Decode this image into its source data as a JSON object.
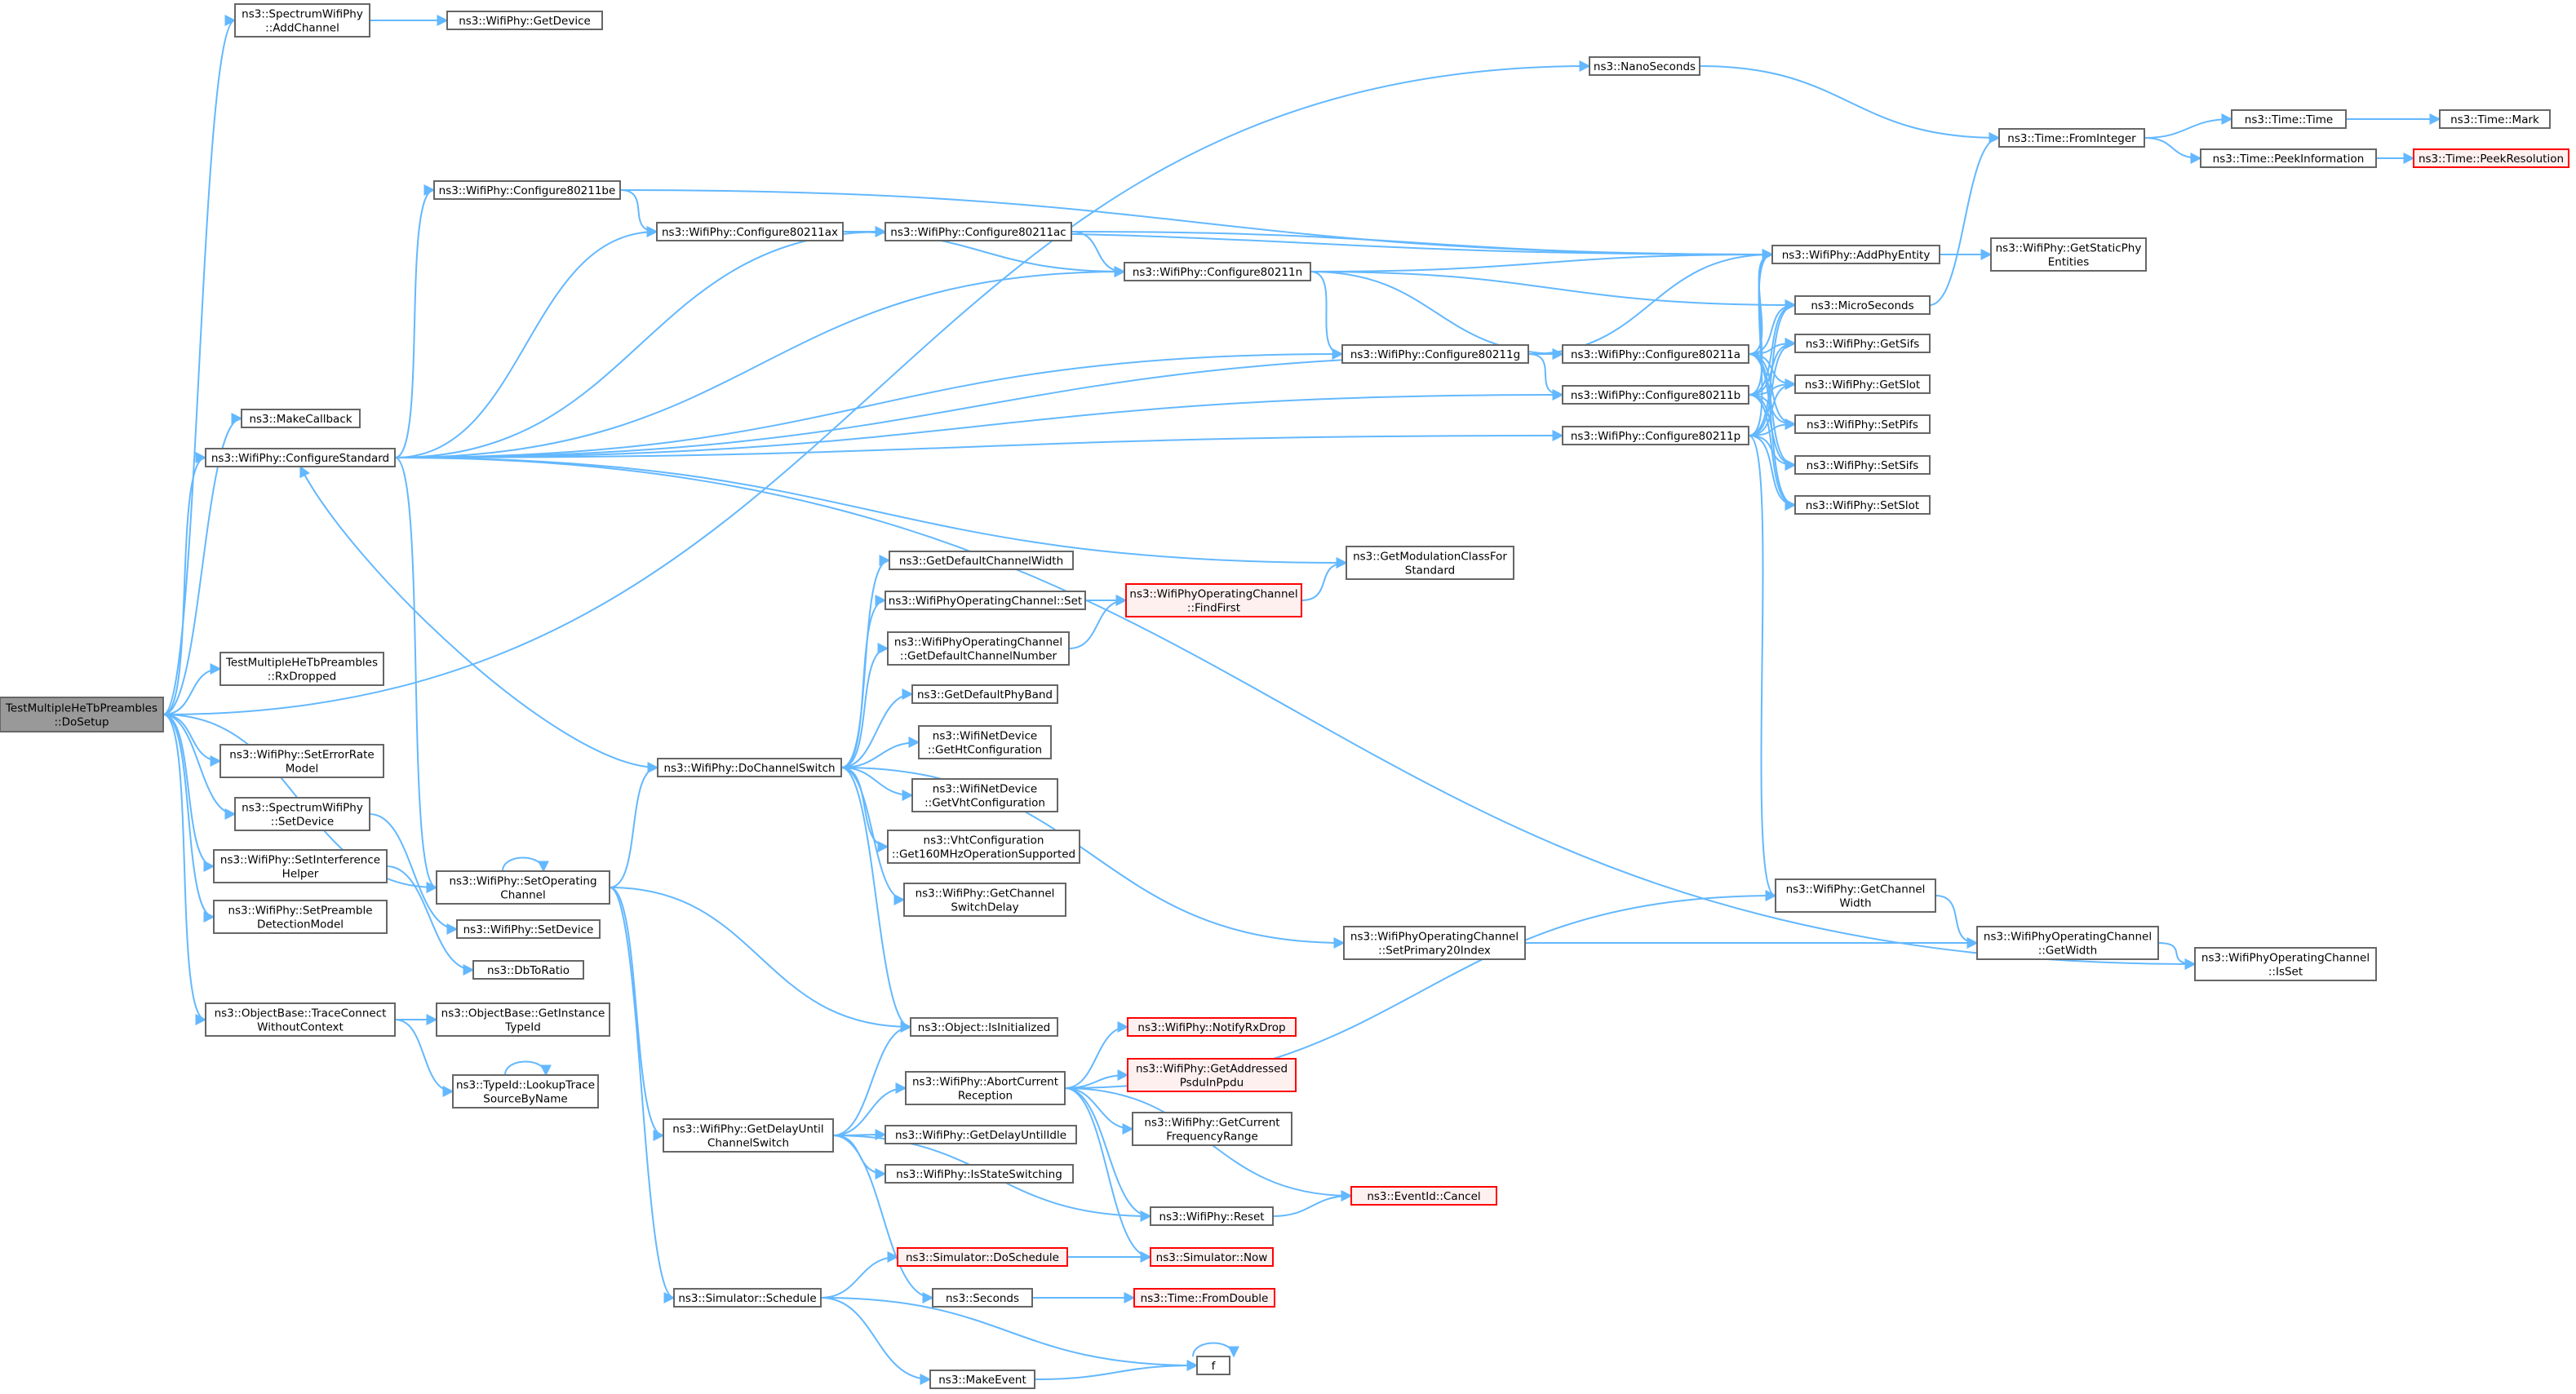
{
  "colors": {
    "edge": "#63b8ff",
    "node_border": "#666666",
    "node_fill": "#ffffff",
    "focus_fill": "#999999",
    "focus_border": "#666666",
    "truncated_border": "#ff0000",
    "truncated_fill": "#fff0f0"
  },
  "nodes": [
    {
      "id": "root",
      "lines": [
        "TestMultipleHeTbPreambles",
        "::DoSetup"
      ],
      "style": "focus"
    },
    {
      "id": "addchan",
      "lines": [
        "ns3::SpectrumWifiPhy",
        "::AddChannel"
      ]
    },
    {
      "id": "getdevice",
      "lines": [
        "ns3::WifiPhy::GetDevice"
      ]
    },
    {
      "id": "nanosec",
      "lines": [
        "ns3::NanoSeconds"
      ]
    },
    {
      "id": "frominteger",
      "lines": [
        "ns3::Time::FromInteger"
      ]
    },
    {
      "id": "timetime",
      "lines": [
        "ns3::Time::Time"
      ]
    },
    {
      "id": "timemark",
      "lines": [
        "ns3::Time::Mark"
      ]
    },
    {
      "id": "peekinfo",
      "lines": [
        "ns3::Time::PeekInformation"
      ]
    },
    {
      "id": "peekres",
      "lines": [
        "ns3::Time::PeekResolution"
      ],
      "style": "truncated"
    },
    {
      "id": "cfg_be",
      "lines": [
        "ns3::WifiPhy::Configure80211be"
      ]
    },
    {
      "id": "cfg_ax",
      "lines": [
        "ns3::WifiPhy::Configure80211ax"
      ]
    },
    {
      "id": "cfg_ac",
      "lines": [
        "ns3::WifiPhy::Configure80211ac"
      ]
    },
    {
      "id": "cfg_n",
      "lines": [
        "ns3::WifiPhy::Configure80211n"
      ]
    },
    {
      "id": "addphy",
      "lines": [
        "ns3::WifiPhy::AddPhyEntity"
      ]
    },
    {
      "id": "getstaticphy",
      "lines": [
        "ns3::WifiPhy::GetStaticPhy",
        "Entities"
      ]
    },
    {
      "id": "microsec",
      "lines": [
        "ns3::MicroSeconds"
      ]
    },
    {
      "id": "cfg_g",
      "lines": [
        "ns3::WifiPhy::Configure80211g"
      ]
    },
    {
      "id": "cfg_a",
      "lines": [
        "ns3::WifiPhy::Configure80211a"
      ]
    },
    {
      "id": "getsifs",
      "lines": [
        "ns3::WifiPhy::GetSifs"
      ]
    },
    {
      "id": "cfg_b",
      "lines": [
        "ns3::WifiPhy::Configure80211b"
      ]
    },
    {
      "id": "getslot",
      "lines": [
        "ns3::WifiPhy::GetSlot"
      ]
    },
    {
      "id": "makecb",
      "lines": [
        "ns3::MakeCallback"
      ]
    },
    {
      "id": "cfg_p",
      "lines": [
        "ns3::WifiPhy::Configure80211p"
      ]
    },
    {
      "id": "setpifs",
      "lines": [
        "ns3::WifiPhy::SetPifs"
      ]
    },
    {
      "id": "cfgstd",
      "lines": [
        "ns3::WifiPhy::ConfigureStandard"
      ]
    },
    {
      "id": "setsifs",
      "lines": [
        "ns3::WifiPhy::SetSifs"
      ]
    },
    {
      "id": "setslot",
      "lines": [
        "ns3::WifiPhy::SetSlot"
      ]
    },
    {
      "id": "getdefcw",
      "lines": [
        "ns3::GetDefaultChannelWidth"
      ]
    },
    {
      "id": "getmodclass",
      "lines": [
        "ns3::GetModulationClassFor",
        "Standard"
      ]
    },
    {
      "id": "opchset",
      "lines": [
        "ns3::WifiPhyOperatingChannel::Set"
      ]
    },
    {
      "id": "findfirst",
      "lines": [
        "ns3::WifiPhyOperatingChannel",
        "::FindFirst"
      ],
      "style": "truncated"
    },
    {
      "id": "getdefchnum",
      "lines": [
        "ns3::WifiPhyOperatingChannel",
        "::GetDefaultChannelNumber"
      ]
    },
    {
      "id": "rxdropped",
      "lines": [
        "TestMultipleHeTbPreambles",
        "::RxDropped"
      ]
    },
    {
      "id": "getdefband",
      "lines": [
        "ns3::GetDefaultPhyBand"
      ]
    },
    {
      "id": "gethtcfg",
      "lines": [
        "ns3::WifiNetDevice",
        "::GetHtConfiguration"
      ]
    },
    {
      "id": "seterrmodel",
      "lines": [
        "ns3::WifiPhy::SetErrorRate",
        "Model"
      ]
    },
    {
      "id": "dochsw",
      "lines": [
        "ns3::WifiPhy::DoChannelSwitch"
      ]
    },
    {
      "id": "getvhtcfg",
      "lines": [
        "ns3::WifiNetDevice",
        "::GetVhtConfiguration"
      ]
    },
    {
      "id": "setdevspec",
      "lines": [
        "ns3::SpectrumWifiPhy",
        "::SetDevice"
      ]
    },
    {
      "id": "vht160",
      "lines": [
        "ns3::VhtConfiguration",
        "::Get160MHzOperationSupported"
      ]
    },
    {
      "id": "setinterf",
      "lines": [
        "ns3::WifiPhy::SetInterference",
        "Helper"
      ]
    },
    {
      "id": "setopch",
      "lines": [
        "ns3::WifiPhy::SetOperating",
        "Channel"
      ]
    },
    {
      "id": "getchsd",
      "lines": [
        "ns3::WifiPhy::GetChannel",
        "SwitchDelay"
      ]
    },
    {
      "id": "getchwidth",
      "lines": [
        "ns3::WifiPhy::GetChannel",
        "Width"
      ]
    },
    {
      "id": "setpreamble",
      "lines": [
        "ns3::WifiPhy::SetPreamble",
        "DetectionModel"
      ]
    },
    {
      "id": "setdevice",
      "lines": [
        "ns3::WifiPhy::SetDevice"
      ]
    },
    {
      "id": "setprim20",
      "lines": [
        "ns3::WifiPhyOperatingChannel",
        "::SetPrimary20Index"
      ]
    },
    {
      "id": "getwidth",
      "lines": [
        "ns3::WifiPhyOperatingChannel",
        "::GetWidth"
      ]
    },
    {
      "id": "isset",
      "lines": [
        "ns3::WifiPhyOperatingChannel",
        "::IsSet"
      ]
    },
    {
      "id": "dbtoratio",
      "lines": [
        "ns3::DbToRatio"
      ]
    },
    {
      "id": "traceconnect",
      "lines": [
        "ns3::ObjectBase::TraceConnect",
        "WithoutContext"
      ]
    },
    {
      "id": "getinsttype",
      "lines": [
        "ns3::ObjectBase::GetInstance",
        "TypeId"
      ]
    },
    {
      "id": "isinit",
      "lines": [
        "ns3::Object::IsInitialized"
      ]
    },
    {
      "id": "notifyrxdrop",
      "lines": [
        "ns3::WifiPhy::NotifyRxDrop"
      ],
      "style": "truncated"
    },
    {
      "id": "lookuptrace",
      "lines": [
        "ns3::TypeId::LookupTrace",
        "SourceByName"
      ]
    },
    {
      "id": "abortrx",
      "lines": [
        "ns3::WifiPhy::AbortCurrent",
        "Reception"
      ]
    },
    {
      "id": "getaddrpsdu",
      "lines": [
        "ns3::WifiPhy::GetAddressed",
        "PsduInPpdu"
      ],
      "style": "truncated"
    },
    {
      "id": "getdelay",
      "lines": [
        "ns3::WifiPhy::GetDelayUntil",
        "ChannelSwitch"
      ]
    },
    {
      "id": "getdelayidle",
      "lines": [
        "ns3::WifiPhy::GetDelayUntilIdle"
      ]
    },
    {
      "id": "getcurfreq",
      "lines": [
        "ns3::WifiPhy::GetCurrent",
        "FrequencyRange"
      ]
    },
    {
      "id": "isstatesw",
      "lines": [
        "ns3::WifiPhy::IsStateSwitching"
      ]
    },
    {
      "id": "evcancel",
      "lines": [
        "ns3::EventId::Cancel"
      ],
      "style": "truncated"
    },
    {
      "id": "reset",
      "lines": [
        "ns3::WifiPhy::Reset"
      ]
    },
    {
      "id": "doschedule",
      "lines": [
        "ns3::Simulator::DoSchedule"
      ],
      "style": "truncated"
    },
    {
      "id": "simnow",
      "lines": [
        "ns3::Simulator::Now"
      ],
      "style": "truncated"
    },
    {
      "id": "schedule",
      "lines": [
        "ns3::Simulator::Schedule"
      ]
    },
    {
      "id": "seconds",
      "lines": [
        "ns3::Seconds"
      ]
    },
    {
      "id": "fromdouble",
      "lines": [
        "ns3::Time::FromDouble"
      ],
      "style": "truncated"
    },
    {
      "id": "f",
      "lines": [
        "f"
      ]
    },
    {
      "id": "makeevent",
      "lines": [
        "ns3::MakeEvent"
      ]
    }
  ],
  "edges": [
    [
      "root",
      "addchan"
    ],
    [
      "root",
      "nanosec"
    ],
    [
      "root",
      "makecb"
    ],
    [
      "root",
      "cfgstd"
    ],
    [
      "root",
      "rxdropped"
    ],
    [
      "root",
      "seterrmodel"
    ],
    [
      "root",
      "setdevspec"
    ],
    [
      "root",
      "setinterf"
    ],
    [
      "root",
      "setpreamble"
    ],
    [
      "root",
      "traceconnect"
    ],
    [
      "root",
      "setopch"
    ],
    [
      "addchan",
      "getdevice"
    ],
    [
      "nanosec",
      "frominteger"
    ],
    [
      "frominteger",
      "timetime"
    ],
    [
      "frominteger",
      "peekinfo"
    ],
    [
      "timetime",
      "timemark"
    ],
    [
      "peekinfo",
      "peekres"
    ],
    [
      "cfgstd",
      "cfg_be"
    ],
    [
      "cfgstd",
      "cfg_ax"
    ],
    [
      "cfgstd",
      "cfg_ac"
    ],
    [
      "cfgstd",
      "cfg_n"
    ],
    [
      "cfgstd",
      "cfg_g"
    ],
    [
      "cfgstd",
      "cfg_a"
    ],
    [
      "cfgstd",
      "cfg_b"
    ],
    [
      "cfgstd",
      "cfg_p"
    ],
    [
      "cfgstd",
      "getmodclass"
    ],
    [
      "cfgstd",
      "setopch"
    ],
    [
      "cfgstd",
      "isset"
    ],
    [
      "cfg_be",
      "addphy"
    ],
    [
      "cfg_be",
      "cfg_ax"
    ],
    [
      "cfg_ax",
      "addphy"
    ],
    [
      "cfg_ax",
      "cfg_ac"
    ],
    [
      "cfg_ax",
      "cfg_n"
    ],
    [
      "cfg_ac",
      "addphy"
    ],
    [
      "cfg_ac",
      "cfg_n"
    ],
    [
      "cfg_n",
      "addphy"
    ],
    [
      "cfg_n",
      "microsec"
    ],
    [
      "cfg_n",
      "cfg_g"
    ],
    [
      "cfg_n",
      "cfg_a"
    ],
    [
      "cfg_g",
      "addphy"
    ],
    [
      "cfg_g",
      "cfg_a"
    ],
    [
      "cfg_g",
      "cfg_b"
    ],
    [
      "cfg_a",
      "addphy"
    ],
    [
      "cfg_a",
      "microsec"
    ],
    [
      "cfg_a",
      "getsifs"
    ],
    [
      "cfg_a",
      "getslot"
    ],
    [
      "cfg_a",
      "setpifs"
    ],
    [
      "cfg_a",
      "setsifs"
    ],
    [
      "cfg_a",
      "setslot"
    ],
    [
      "cfg_b",
      "addphy"
    ],
    [
      "cfg_b",
      "microsec"
    ],
    [
      "cfg_b",
      "getsifs"
    ],
    [
      "cfg_b",
      "getslot"
    ],
    [
      "cfg_b",
      "setpifs"
    ],
    [
      "cfg_b",
      "setsifs"
    ],
    [
      "cfg_b",
      "setslot"
    ],
    [
      "cfg_p",
      "addphy"
    ],
    [
      "cfg_p",
      "microsec"
    ],
    [
      "cfg_p",
      "getsifs"
    ],
    [
      "cfg_p",
      "getslot"
    ],
    [
      "cfg_p",
      "setpifs"
    ],
    [
      "cfg_p",
      "setsifs"
    ],
    [
      "cfg_p",
      "setslot"
    ],
    [
      "cfg_p",
      "getchwidth"
    ],
    [
      "addphy",
      "getstaticphy"
    ],
    [
      "microsec",
      "frominteger"
    ],
    [
      "setdevspec",
      "setdevice"
    ],
    [
      "setinterf",
      "dbtoratio"
    ],
    [
      "traceconnect",
      "getinsttype"
    ],
    [
      "traceconnect",
      "lookuptrace"
    ],
    [
      "lookuptrace",
      "lookuptrace"
    ],
    [
      "setopch",
      "setopch"
    ],
    [
      "setopch",
      "dochsw"
    ],
    [
      "setopch",
      "isinit"
    ],
    [
      "setopch",
      "getdelay"
    ],
    [
      "setopch",
      "schedule"
    ],
    [
      "dochsw",
      "cfgstd"
    ],
    [
      "dochsw",
      "getdefcw"
    ],
    [
      "dochsw",
      "opchset"
    ],
    [
      "dochsw",
      "getdefchnum"
    ],
    [
      "dochsw",
      "getdefband"
    ],
    [
      "dochsw",
      "gethtcfg"
    ],
    [
      "dochsw",
      "getvhtcfg"
    ],
    [
      "dochsw",
      "vht160"
    ],
    [
      "dochsw",
      "getchsd"
    ],
    [
      "dochsw",
      "setprim20"
    ],
    [
      "dochsw",
      "isinit"
    ],
    [
      "opchset",
      "findfirst"
    ],
    [
      "getdefchnum",
      "findfirst"
    ],
    [
      "findfirst",
      "getmodclass"
    ],
    [
      "setprim20",
      "getwidth"
    ],
    [
      "getchwidth",
      "getwidth"
    ],
    [
      "getwidth",
      "isset"
    ],
    [
      "getdelay",
      "isinit"
    ],
    [
      "getdelay",
      "abortrx"
    ],
    [
      "getdelay",
      "getdelayidle"
    ],
    [
      "getdelay",
      "isstatesw"
    ],
    [
      "getdelay",
      "reset"
    ],
    [
      "getdelay",
      "seconds"
    ],
    [
      "abortrx",
      "getchwidth"
    ],
    [
      "abortrx",
      "notifyrxdrop"
    ],
    [
      "abortrx",
      "getaddrpsdu"
    ],
    [
      "abortrx",
      "getcurfreq"
    ],
    [
      "abortrx",
      "evcancel"
    ],
    [
      "abortrx",
      "reset"
    ],
    [
      "abortrx",
      "simnow"
    ],
    [
      "reset",
      "evcancel"
    ],
    [
      "schedule",
      "doschedule"
    ],
    [
      "schedule",
      "f"
    ],
    [
      "schedule",
      "makeevent"
    ],
    [
      "doschedule",
      "simnow"
    ],
    [
      "seconds",
      "fromdouble"
    ],
    [
      "makeevent",
      "f"
    ],
    [
      "f",
      "f"
    ]
  ]
}
